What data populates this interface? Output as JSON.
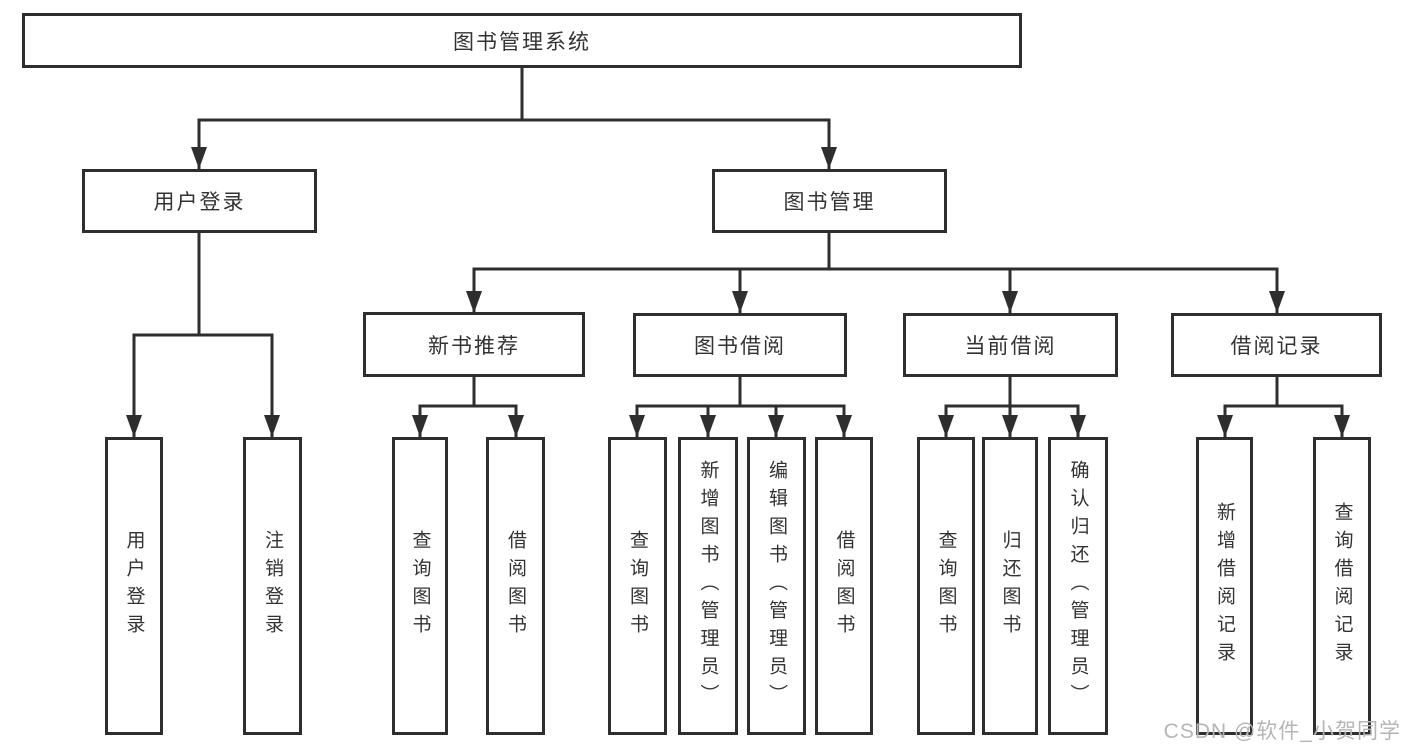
{
  "diagram": {
    "root": {
      "label": "图书管理系统",
      "children": [
        {
          "label": "用户登录",
          "children": [
            {
              "label": "用户登录"
            },
            {
              "label": "注销登录"
            }
          ]
        },
        {
          "label": "图书管理",
          "children": [
            {
              "label": "新书推荐",
              "children": [
                {
                  "label": "查询图书"
                },
                {
                  "label": "借阅图书"
                }
              ]
            },
            {
              "label": "图书借阅",
              "children": [
                {
                  "label": "查询图书"
                },
                {
                  "label": "新增图书（管理员）"
                },
                {
                  "label": "编辑图书（管理员）"
                },
                {
                  "label": "借阅图书"
                }
              ]
            },
            {
              "label": "当前借阅",
              "children": [
                {
                  "label": "查询图书"
                },
                {
                  "label": "归还图书"
                },
                {
                  "label": "确认归还（管理员）"
                }
              ]
            },
            {
              "label": "借阅记录",
              "children": [
                {
                  "label": "新增借阅记录"
                },
                {
                  "label": "查询借阅记录"
                }
              ]
            }
          ]
        }
      ]
    }
  },
  "watermark": {
    "text": "CSDN @软件_小贺同学"
  },
  "colors": {
    "line": "#2e2e2e",
    "box_border": "#2e2e2e",
    "text": "#333333",
    "watermark": "#b7b4b4",
    "background": "#ffffff"
  }
}
